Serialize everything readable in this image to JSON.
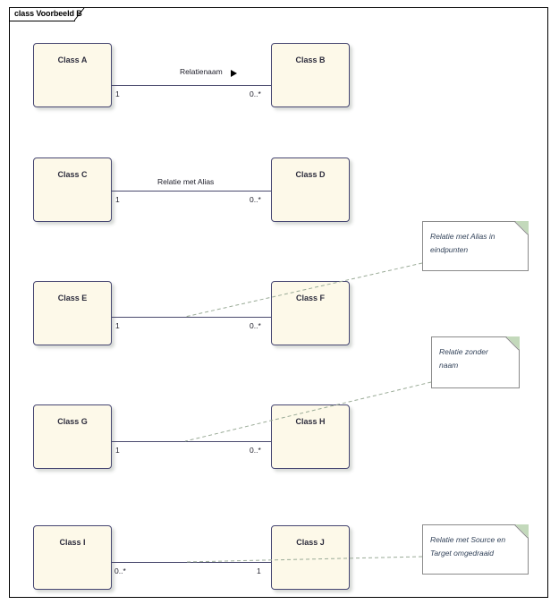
{
  "frame": {
    "title": "class Voorbeeld B",
    "border_color": "#000000",
    "background": "#ffffff"
  },
  "style": {
    "class_fill": "#fdf9e9",
    "class_border": "#464671",
    "class_text": "#2c2c3c",
    "note_fill": "#ffffff",
    "note_border": "#8a8a8a",
    "note_fold": "#c3d9bb",
    "note_text": "#33435a",
    "connector": "#4a4a6e",
    "anchor_dash": "#9aab97",
    "arrow": "#000000"
  },
  "classes": [
    {
      "id": "class-a",
      "name": "Class A"
    },
    {
      "id": "class-b",
      "name": "Class B"
    },
    {
      "id": "class-c",
      "name": "Class C"
    },
    {
      "id": "class-d",
      "name": "Class D"
    },
    {
      "id": "class-e",
      "name": "Class E"
    },
    {
      "id": "class-f",
      "name": "Class F"
    },
    {
      "id": "class-g",
      "name": "Class G"
    },
    {
      "id": "class-h",
      "name": "Class H"
    },
    {
      "id": "class-i",
      "name": "Class I"
    },
    {
      "id": "class-j",
      "name": "Class J"
    }
  ],
  "relationships": [
    {
      "id": "rel-ab",
      "source": "Class A",
      "target": "Class B",
      "label": "Relatienaam",
      "direction_arrow": "right-filled-triangle",
      "source_multiplicity": "1",
      "target_multiplicity": "0..*"
    },
    {
      "id": "rel-cd",
      "source": "Class C",
      "target": "Class D",
      "label": "Relatie met Alias",
      "direction_arrow": "none",
      "source_multiplicity": "1",
      "target_multiplicity": "0..*"
    },
    {
      "id": "rel-ef",
      "source": "Class E",
      "target": "Class F",
      "label": "",
      "direction_arrow": "none",
      "source_multiplicity": "1",
      "target_multiplicity": "0..*"
    },
    {
      "id": "rel-gh",
      "source": "Class G",
      "target": "Class H",
      "label": "",
      "direction_arrow": "none",
      "source_multiplicity": "1",
      "target_multiplicity": "0..*"
    },
    {
      "id": "rel-ij",
      "source": "Class I",
      "target": "Class J",
      "label": "",
      "direction_arrow": "none",
      "source_multiplicity": "0..*",
      "target_multiplicity": "1"
    }
  ],
  "notes": [
    {
      "id": "note-1",
      "line1": "Relatie met Alias in",
      "line2": "eindpunten",
      "attached_to": "rel-ef"
    },
    {
      "id": "note-2",
      "line1": "Relatie zonder",
      "line2": "naam",
      "attached_to": "rel-gh"
    },
    {
      "id": "note-3",
      "line1": "Relatie met Source en",
      "line2": "Target omgedraaid",
      "attached_to": "rel-ij"
    }
  ]
}
